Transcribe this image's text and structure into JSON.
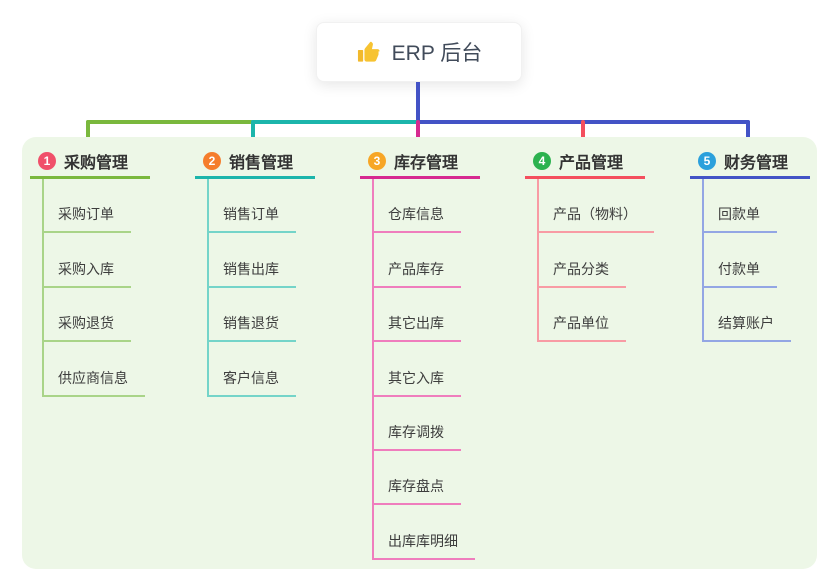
{
  "root": {
    "title": "ERP 后台",
    "icon": "thumbs-up-icon"
  },
  "connector_color": "#4353c6",
  "panel_color": "#edf7e7",
  "branches": [
    {
      "number": "1",
      "label": "采购管理",
      "color": "#7ab83d",
      "light": "#a9d488",
      "badge": "#f0506a",
      "children": [
        "采购订单",
        "采购入库",
        "采购退货",
        "供应商信息"
      ]
    },
    {
      "number": "2",
      "label": "销售管理",
      "color": "#1cb5ab",
      "light": "#74d4c9",
      "badge": "#f57d2c",
      "children": [
        "销售订单",
        "销售出库",
        "销售退货",
        "客户信息"
      ]
    },
    {
      "number": "3",
      "label": "库存管理",
      "color": "#d62a90",
      "light": "#ef7dbd",
      "badge": "#f7a626",
      "children": [
        "仓库信息",
        "产品库存",
        "其它出库",
        "其它入库",
        "库存调拨",
        "库存盘点",
        "出库库明细"
      ]
    },
    {
      "number": "4",
      "label": "产品管理",
      "color": "#f44f5e",
      "light": "#f89ba4",
      "badge": "#2cb24f",
      "children": [
        "产品（物料）",
        "产品分类",
        "产品单位"
      ]
    },
    {
      "number": "5",
      "label": "财务管理",
      "color": "#4353c6",
      "light": "#93a6e4",
      "badge": "#2ba0dc",
      "children": [
        "回款单",
        "付款单",
        "结算账户"
      ]
    }
  ]
}
